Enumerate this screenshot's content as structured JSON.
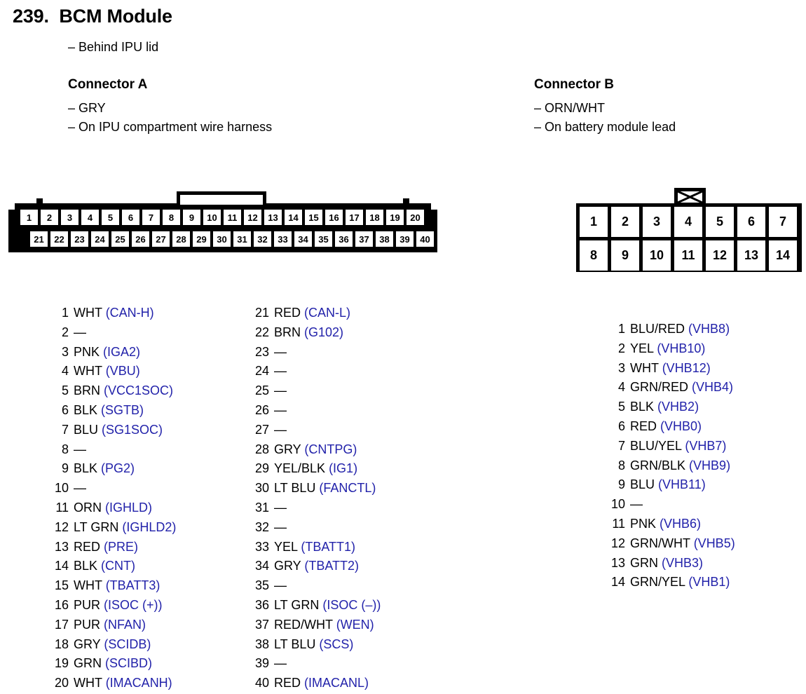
{
  "page": {
    "number": "239.",
    "title": "BCM Module",
    "title_full": "239.  BCM Module",
    "note": "– Behind IPU lid",
    "empty_marker": "—"
  },
  "colors": {
    "signal": "#2222aa",
    "text": "#000000",
    "background": "#ffffff",
    "housing": "#000000"
  },
  "connector_a": {
    "title": "Connector A",
    "note1": "– GRY",
    "note2": "– On IPU compartment wire harness",
    "diagram": {
      "top_row_pins": [
        "1",
        "2",
        "3",
        "4",
        "5",
        "6",
        "7",
        "8",
        "9",
        "10",
        "11",
        "12",
        "13",
        "14",
        "15",
        "16",
        "17",
        "18",
        "19",
        "20"
      ],
      "bottom_row_pins": [
        "21",
        "22",
        "23",
        "24",
        "25",
        "26",
        "27",
        "28",
        "29",
        "30",
        "31",
        "32",
        "33",
        "34",
        "35",
        "36",
        "37",
        "38",
        "39",
        "40"
      ],
      "latch_icon": "center-latch-bracket",
      "tab_icon": "locking-tab"
    },
    "pins_col1": [
      {
        "num": "1",
        "color": "WHT",
        "signal": "(CAN-H)"
      },
      {
        "num": "2",
        "color": "—",
        "signal": ""
      },
      {
        "num": "3",
        "color": "PNK",
        "signal": "(IGA2)"
      },
      {
        "num": "4",
        "color": "WHT",
        "signal": "(VBU)"
      },
      {
        "num": "5",
        "color": "BRN",
        "signal": "(VCC1SOC)"
      },
      {
        "num": "6",
        "color": "BLK",
        "signal": "(SGTB)"
      },
      {
        "num": "7",
        "color": "BLU",
        "signal": "(SG1SOC)"
      },
      {
        "num": "8",
        "color": "—",
        "signal": ""
      },
      {
        "num": "9",
        "color": "BLK",
        "signal": "(PG2)"
      },
      {
        "num": "10",
        "color": "—",
        "signal": ""
      },
      {
        "num": "11",
        "color": "ORN",
        "signal": "(IGHLD)"
      },
      {
        "num": "12",
        "color": "LT GRN",
        "signal": "(IGHLD2)"
      },
      {
        "num": "13",
        "color": "RED",
        "signal": "(PRE)"
      },
      {
        "num": "14",
        "color": "BLK",
        "signal": "(CNT)"
      },
      {
        "num": "15",
        "color": "WHT",
        "signal": "(TBATT3)"
      },
      {
        "num": "16",
        "color": "PUR",
        "signal": "(ISOC (+))"
      },
      {
        "num": "17",
        "color": "PUR",
        "signal": "(NFAN)"
      },
      {
        "num": "18",
        "color": "GRY",
        "signal": "(SCIDB)"
      },
      {
        "num": "19",
        "color": "GRN",
        "signal": "(SCIBD)"
      },
      {
        "num": "20",
        "color": "WHT",
        "signal": "(IMACANH)"
      }
    ],
    "pins_col2": [
      {
        "num": "21",
        "color": "RED",
        "signal": "(CAN-L)"
      },
      {
        "num": "22",
        "color": "BRN",
        "signal": "(G102)"
      },
      {
        "num": "23",
        "color": "—",
        "signal": ""
      },
      {
        "num": "24",
        "color": "—",
        "signal": ""
      },
      {
        "num": "25",
        "color": "—",
        "signal": ""
      },
      {
        "num": "26",
        "color": "—",
        "signal": ""
      },
      {
        "num": "27",
        "color": "—",
        "signal": ""
      },
      {
        "num": "28",
        "color": "GRY",
        "signal": "(CNTPG)"
      },
      {
        "num": "29",
        "color": "YEL/BLK",
        "signal": "(IG1)"
      },
      {
        "num": "30",
        "color": "LT BLU",
        "signal": "(FANCTL)"
      },
      {
        "num": "31",
        "color": "—",
        "signal": ""
      },
      {
        "num": "32",
        "color": "—",
        "signal": ""
      },
      {
        "num": "33",
        "color": "YEL",
        "signal": "(TBATT1)"
      },
      {
        "num": "34",
        "color": "GRY",
        "signal": "(TBATT2)"
      },
      {
        "num": "35",
        "color": "—",
        "signal": ""
      },
      {
        "num": "36",
        "color": "LT GRN",
        "signal": "(ISOC (–))"
      },
      {
        "num": "37",
        "color": "RED/WHT",
        "signal": "(WEN)"
      },
      {
        "num": "38",
        "color": "LT BLU",
        "signal": "(SCS)"
      },
      {
        "num": "39",
        "color": "—",
        "signal": ""
      },
      {
        "num": "40",
        "color": "RED",
        "signal": "(IMACANL)"
      }
    ]
  },
  "connector_b": {
    "title": "Connector B",
    "note1": "– ORN/WHT",
    "note2": "– On battery module lead",
    "diagram": {
      "top_row_pins": [
        "1",
        "2",
        "3",
        "4",
        "5",
        "6",
        "7"
      ],
      "bottom_row_pins": [
        "8",
        "9",
        "10",
        "11",
        "12",
        "13",
        "14"
      ],
      "tab_icon": "crossed-x-tab"
    },
    "pins": [
      {
        "num": "1",
        "color": "BLU/RED",
        "signal": "(VHB8)"
      },
      {
        "num": "2",
        "color": "YEL",
        "signal": "(VHB10)"
      },
      {
        "num": "3",
        "color": "WHT",
        "signal": "(VHB12)"
      },
      {
        "num": "4",
        "color": "GRN/RED",
        "signal": "(VHB4)"
      },
      {
        "num": "5",
        "color": "BLK",
        "signal": "(VHB2)"
      },
      {
        "num": "6",
        "color": "RED",
        "signal": "(VHB0)"
      },
      {
        "num": "7",
        "color": "BLU/YEL",
        "signal": "(VHB7)"
      },
      {
        "num": "8",
        "color": "GRN/BLK",
        "signal": "(VHB9)"
      },
      {
        "num": "9",
        "color": "BLU",
        "signal": "(VHB11)"
      },
      {
        "num": "10",
        "color": "—",
        "signal": ""
      },
      {
        "num": "11",
        "color": "PNK",
        "signal": "(VHB6)"
      },
      {
        "num": "12",
        "color": "GRN/WHT",
        "signal": "(VHB5)"
      },
      {
        "num": "13",
        "color": "GRN",
        "signal": "(VHB3)"
      },
      {
        "num": "14",
        "color": "GRN/YEL",
        "signal": "(VHB1)"
      }
    ]
  }
}
